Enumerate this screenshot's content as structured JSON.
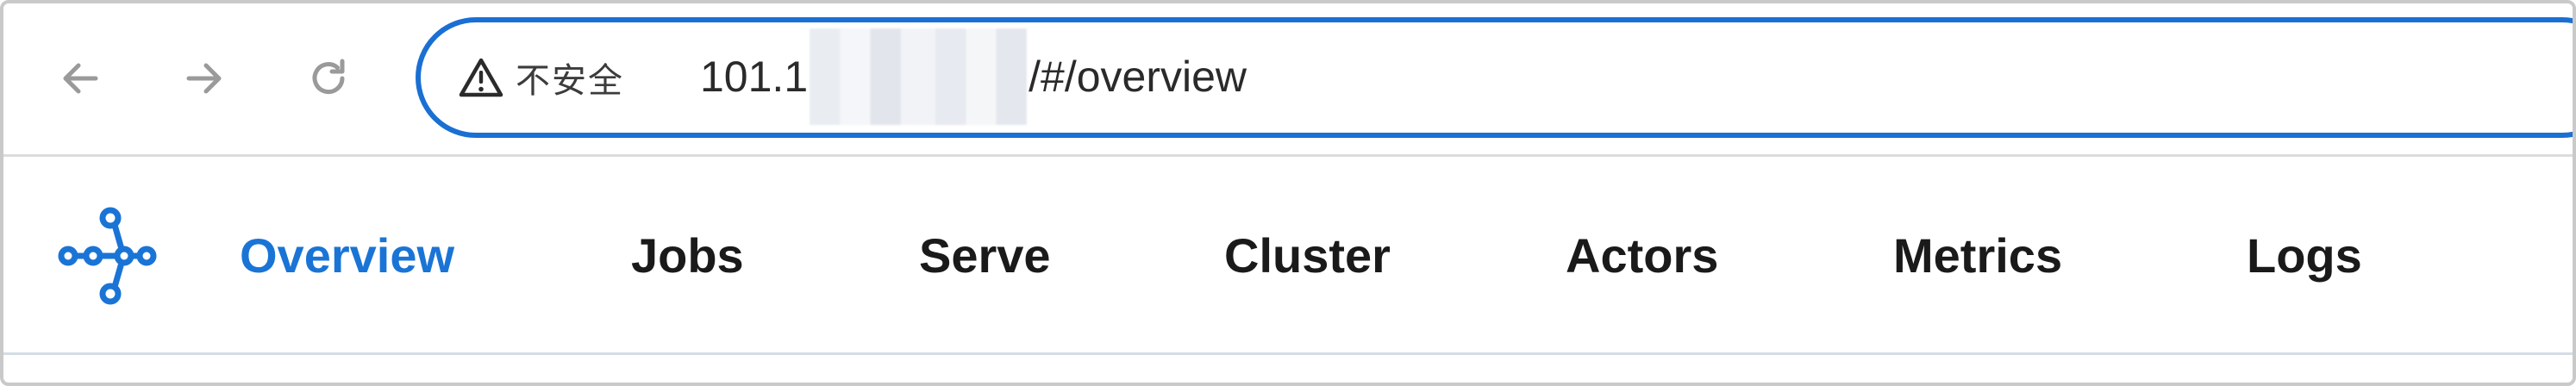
{
  "browser": {
    "security_label": "不安全",
    "url_prefix": "101.1",
    "url_suffix": "/#/overview",
    "accent_color": "#1a6fd3",
    "icons": {
      "back": "arrow-left-icon",
      "forward": "arrow-right-icon",
      "reload": "reload-icon",
      "security": "warning-triangle-icon"
    }
  },
  "app": {
    "logo_icon": "ray-logo-icon",
    "active_color": "#1a74d6",
    "tabs": [
      {
        "label": "Overview",
        "active": true
      },
      {
        "label": "Jobs",
        "active": false
      },
      {
        "label": "Serve",
        "active": false
      },
      {
        "label": "Cluster",
        "active": false
      },
      {
        "label": "Actors",
        "active": false
      },
      {
        "label": "Metrics",
        "active": false
      },
      {
        "label": "Logs",
        "active": false
      }
    ]
  }
}
